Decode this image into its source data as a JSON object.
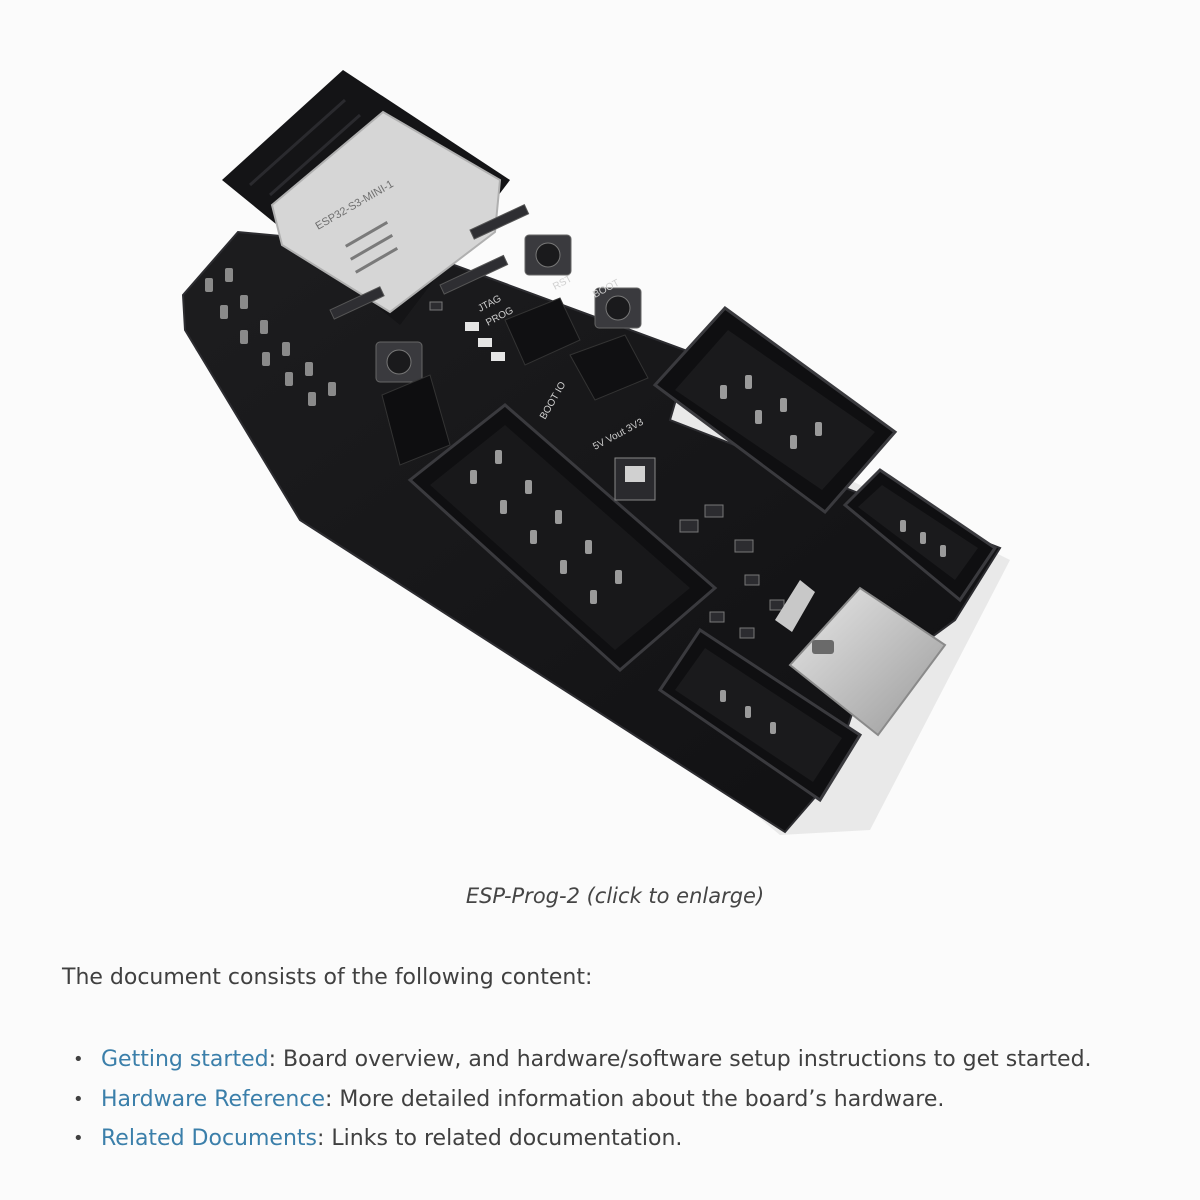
{
  "figure": {
    "image_alt": "ESP-Prog-2 board photo",
    "module_label": "ESP32-S3-MINI-1",
    "silk_boot": "BOOT",
    "silk_reset": "RST",
    "silk_jtag": "JTAG",
    "silk_prog": "PROG",
    "silk_boot_pin": "BOOT IO",
    "silk_vout": "5V Vout 3V3"
  },
  "caption": "ESP-Prog-2 (click to enlarge)",
  "intro": "The document consists of the following content:",
  "toc": [
    {
      "link": "Getting started",
      "text": ": Board overview, and hardware/software setup instructions to get started."
    },
    {
      "link": "Hardware Reference",
      "text": ": More detailed information about the board’s hardware."
    },
    {
      "link": "Related Documents",
      "text": ": Links to related documentation."
    }
  ]
}
